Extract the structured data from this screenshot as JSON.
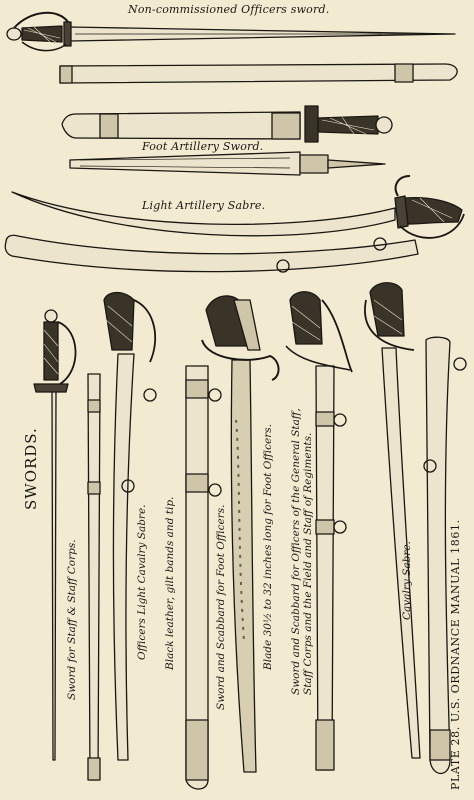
{
  "title": "SWORDS.",
  "plate_caption": "PLATE 28. U.S. ORDNANCE MANUAL 1861.",
  "captions": {
    "nco_sword": "Non-commissioned Officers sword.",
    "foot_artillery": "Foot Artillery Sword.",
    "light_artillery": "Light Artillery Sabre.",
    "staff_corps": "Sword for Staff & Staff Corps.",
    "officers_light_cavalry": "Officers Light Cavalry Sabre.",
    "black_leather": "Black leather, gilt bands and tip.",
    "foot_officers": "Sword and Scabbard for Foot Officers.",
    "blade_length": "Blade 30½ to 32 inches long for Foot Officers.",
    "general_staff_l1": "Sword and Scabbard for Officers of the General Staff,",
    "general_staff_l2": "Staff Corps and the Field and Staff of Regiments.",
    "cavalry": "Cavalry Sabre."
  },
  "colors": {
    "paper": "#f3ead2",
    "ink": "#1a1712",
    "blade": "#ece4cc"
  }
}
